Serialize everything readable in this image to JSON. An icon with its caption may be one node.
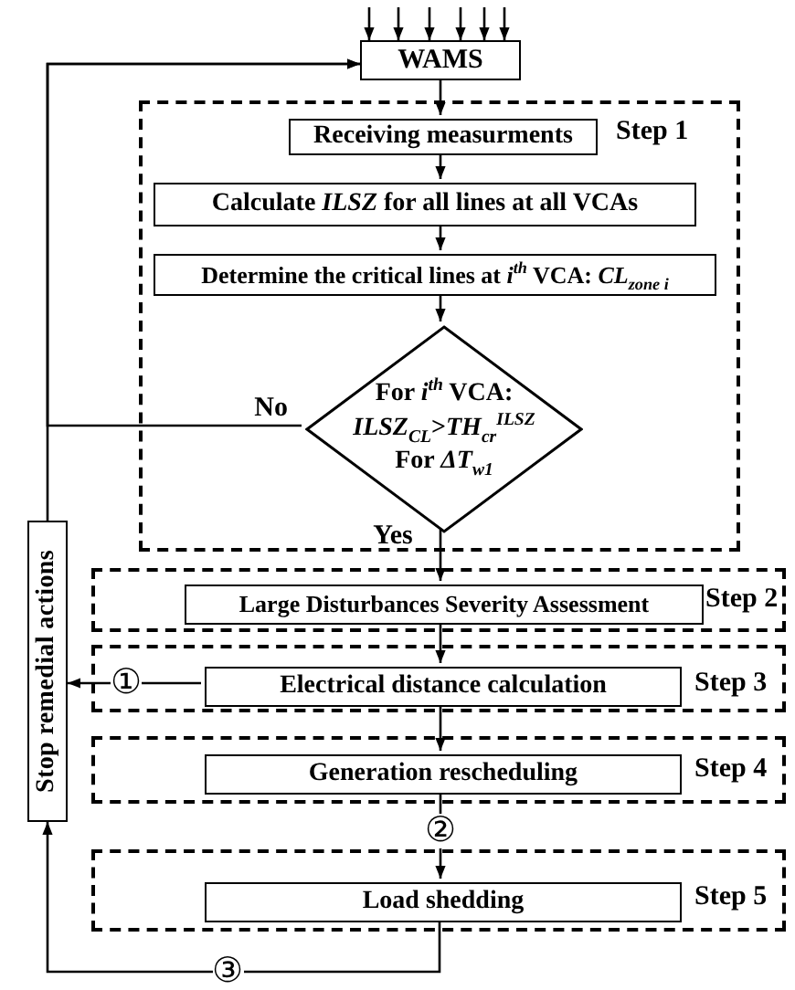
{
  "diagram": {
    "nodes": [
      {
        "text": [
          "WAMS"
        ]
      },
      {
        "text": [
          "Step 1"
        ]
      },
      {
        "text": [
          "Receiving measurments"
        ],
        "in": 1
      },
      {
        "text": [
          "Calculate *ILSZ* for all lines at all VCAs"
        ],
        "in": 1
      },
      {
        "text": [
          "Determine the critical lines at *i*$^{th}$ VCA: *CL*$_{zone i}$"
        ],
        "in": 1
      },
      {
        "text": [
          "For *i*$^{th}$ VCA:",
          "*ILSZ*$_{CL}$>*TH*$_{cr}$$^{ILSZ}$",
          "For *ΔT*$_{w1}$"
        ],
        "in": 1
      },
      {
        "text": [
          "Step 2"
        ]
      },
      {
        "text": [
          "Large Disturbances Severity Assessment"
        ],
        "in": 6
      },
      {
        "text": [
          "Step 3"
        ]
      },
      {
        "text": [
          "Electrical distance calculation"
        ],
        "in": 8
      },
      {
        "text": [
          "Step 4"
        ]
      },
      {
        "text": [
          "Generation rescheduling"
        ],
        "in": 10
      },
      {
        "text": [
          "Step 5"
        ]
      },
      {
        "text": [
          "Load shedding"
        ],
        "in": 12
      },
      {
        "text": [
          "Stop remedial actions"
        ]
      }
    ],
    "edges": [
      {
        "from": null,
        "to": 0,
        "arrow": "to"
      },
      {
        "from": null,
        "to": 0,
        "arrow": "to"
      },
      {
        "from": null,
        "to": 0,
        "arrow": "to"
      },
      {
        "from": null,
        "to": 0,
        "arrow": "to"
      },
      {
        "from": null,
        "to": 0,
        "arrow": "to"
      },
      {
        "from": null,
        "to": 0,
        "arrow": "to"
      },
      {
        "from": 14,
        "to": 0,
        "arrow": "to"
      },
      {
        "from": 0,
        "to": 2,
        "arrow": "to"
      },
      {
        "from": 2,
        "to": 3,
        "arrow": "to"
      },
      {
        "from": 3,
        "to": 4,
        "arrow": "to"
      },
      {
        "from": 4,
        "to": 5,
        "arrow": "to"
      },
      {
        "from": 5,
        "to": 0,
        "arrow": "to",
        "label": "No"
      },
      {
        "from": 5,
        "to": 7,
        "arrow": "to",
        "label": "Yes"
      },
      {
        "from": 7,
        "to": 9,
        "arrow": "to"
      },
      {
        "from": 9,
        "to": 11,
        "arrow": "to"
      },
      {
        "from": 11,
        "to": 13,
        "arrow": "to",
        "label": "②"
      },
      {
        "from": 9,
        "to": 14,
        "arrow": "to",
        "label": "①"
      },
      {
        "from": 13,
        "to": 14,
        "arrow": "to",
        "label": "③"
      }
    ]
  }
}
